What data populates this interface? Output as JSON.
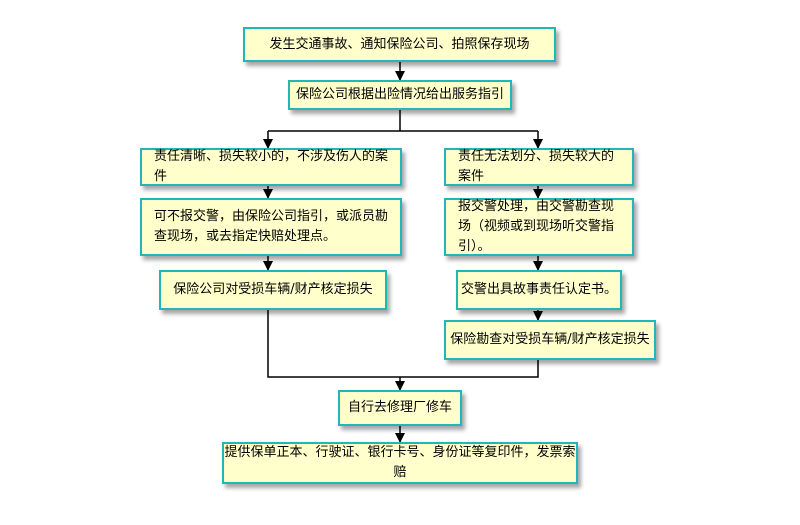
{
  "flowchart": {
    "step1": "发生交通事故、通知保险公司、拍照保存现场",
    "step2": "保险公司根据出险情况给出服务指引",
    "left_branch": {
      "case": "责任清晰、损失较小的，不涉及伤人的案件",
      "action": "可不报交警，由保险公司指引，或派员勘查现场，或去指定快赔处理点。",
      "assessment": "保险公司对受损车辆/财产核定损失"
    },
    "right_branch": {
      "case": "责任无法划分、损失较大的案件",
      "action": "报交警处理，由交警勘查现场（视频或到现场听交警指引）。",
      "police_report": "交警出具故事责任认定书。",
      "assessment": "保险勘查对受损车辆/财产核定损失"
    },
    "repair": "自行去修理厂修车",
    "claim": "提供保单正本、行驶证、银行卡号、身份证等复印件，发票索赔"
  },
  "colors": {
    "box_fill": "#ffffcc",
    "box_border": "#1fb7b7",
    "line": "#000000"
  }
}
